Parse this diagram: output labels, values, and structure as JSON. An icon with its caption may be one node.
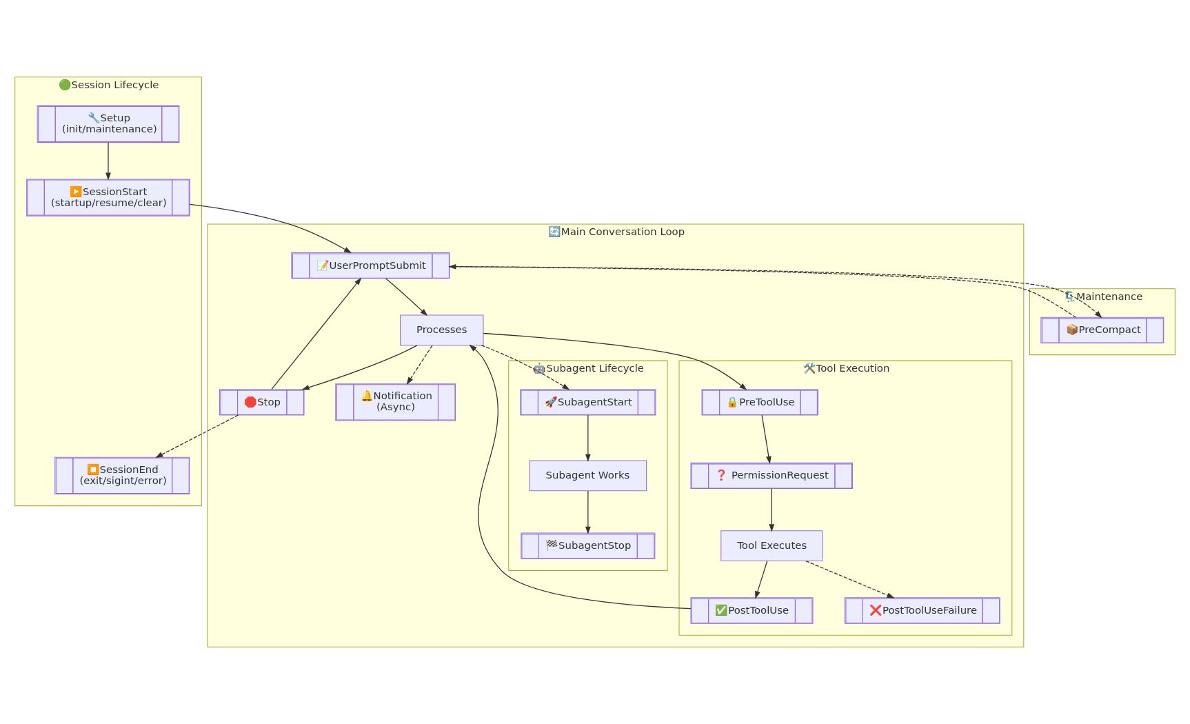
{
  "diagram": {
    "nodes": [
      {
        "text": [
          "🟢Session Lifecycle"
        ]
      },
      {
        "text": [
          "🔧Setup",
          "(init/maintenance)"
        ],
        "in": 0
      },
      {
        "text": [
          "▶️SessionStart",
          "(startup/resume/clear)"
        ],
        "in": 0
      },
      {
        "text": [
          "🔄Main Conversation Loop"
        ]
      },
      {
        "text": [
          "📝UserPromptSubmit"
        ],
        "in": 3
      },
      {
        "text": [
          "🗜️Maintenance"
        ]
      },
      {
        "text": [
          "📦PreCompact"
        ],
        "in": 5
      },
      {
        "text": [
          "Processes"
        ],
        "in": 3
      },
      {
        "text": [
          "🤖Subagent Lifecycle"
        ],
        "in": 3
      },
      {
        "text": [
          "🚀SubagentStart"
        ],
        "in": 8
      },
      {
        "text": [
          "🔔Notification",
          "(Async)"
        ],
        "in": 3
      },
      {
        "text": [
          "🛠️Tool Execution"
        ],
        "in": 3
      },
      {
        "text": [
          "🔒PreToolUse"
        ],
        "in": 11
      },
      {
        "text": [
          "🛑Stop"
        ],
        "in": 3
      },
      {
        "text": [
          "⏹️SessionEnd",
          "(exit/sigint/error)"
        ],
        "in": 0
      },
      {
        "text": [
          "Subagent Works"
        ],
        "in": 8
      },
      {
        "text": [
          "❓ PermissionRequest"
        ],
        "in": 11
      },
      {
        "text": [
          "🏁SubagentStop"
        ],
        "in": 8
      },
      {
        "text": [
          "Tool Executes"
        ],
        "in": 11
      },
      {
        "text": [
          "✅PostToolUse"
        ],
        "in": 11
      },
      {
        "text": [
          "❌PostToolUseFailure"
        ],
        "in": 11
      }
    ],
    "edges": [
      {
        "from": 1,
        "to": 2,
        "arrow": "to"
      },
      {
        "from": 2,
        "to": 4,
        "arrow": "to"
      },
      {
        "from": 4,
        "to": 6,
        "arrow": "to",
        "style": "dashed"
      },
      {
        "from": 6,
        "to": 4,
        "arrow": "to",
        "style": "dashed"
      },
      {
        "from": 4,
        "to": 7,
        "arrow": "to"
      },
      {
        "from": 7,
        "to": 9,
        "arrow": "to",
        "style": "dashed"
      },
      {
        "from": 7,
        "to": 10,
        "arrow": "to",
        "style": "dashed"
      },
      {
        "from": 7,
        "to": 12,
        "arrow": "to"
      },
      {
        "from": 7,
        "to": 13,
        "arrow": "to"
      },
      {
        "from": 12,
        "to": 16,
        "arrow": "to"
      },
      {
        "from": 16,
        "to": 18,
        "arrow": "to"
      },
      {
        "from": 18,
        "to": 19,
        "arrow": "to"
      },
      {
        "from": 18,
        "to": 20,
        "arrow": "to",
        "style": "dashed"
      },
      {
        "from": 19,
        "to": 7,
        "arrow": "to"
      },
      {
        "from": 9,
        "to": 15,
        "arrow": "to"
      },
      {
        "from": 15,
        "to": 17,
        "arrow": "to"
      },
      {
        "from": 13,
        "to": 4,
        "arrow": "to"
      },
      {
        "from": 13,
        "to": 14,
        "arrow": "to",
        "style": "dashed"
      }
    ]
  }
}
